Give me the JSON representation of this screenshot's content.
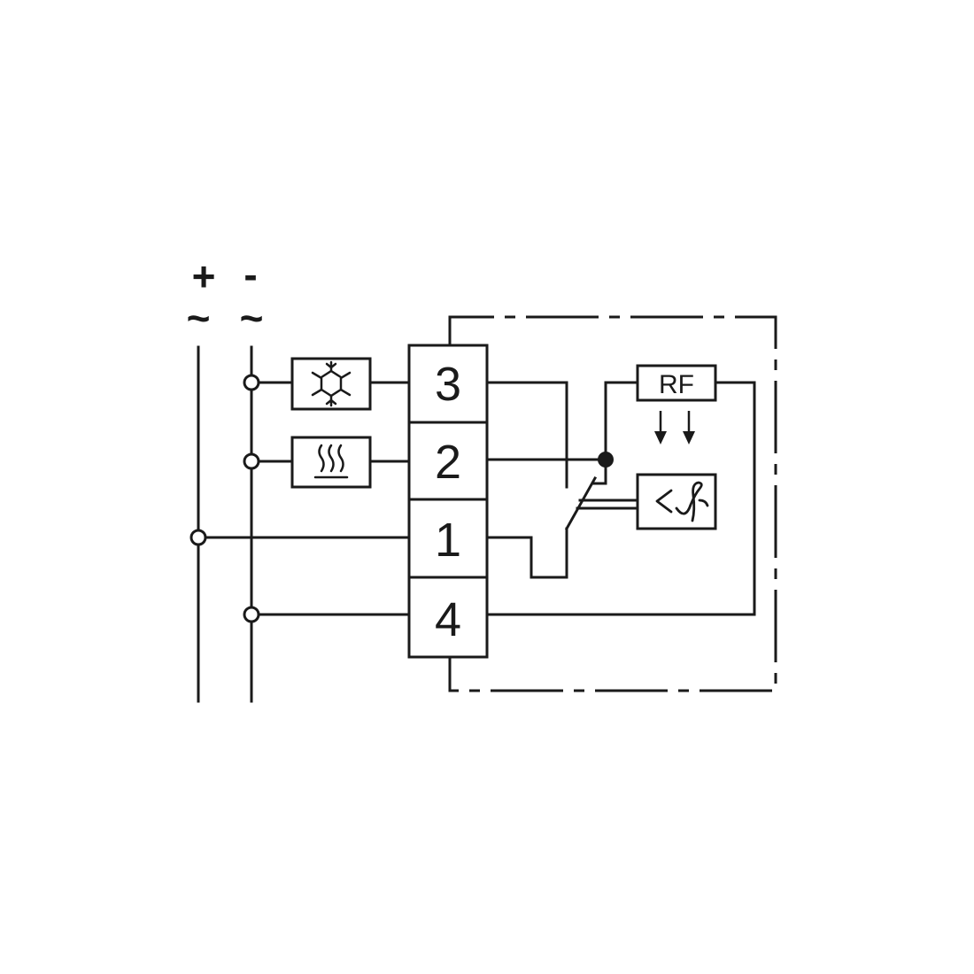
{
  "supply": {
    "plus_label": "+",
    "minus_label": "-",
    "ac_left": "~",
    "ac_right": "~"
  },
  "terminals": {
    "t3": "3",
    "t2": "2",
    "t1": "1",
    "t4": "4"
  },
  "loads": {
    "cooling_icon": "snowflake-icon",
    "heating_icon": "heat-waves-icon"
  },
  "rf_module": {
    "label": "RF"
  },
  "sensor": {
    "icon": "temperature-sensor-icon"
  },
  "colors": {
    "line": "#1a1a1a",
    "background": "#ffffff"
  }
}
